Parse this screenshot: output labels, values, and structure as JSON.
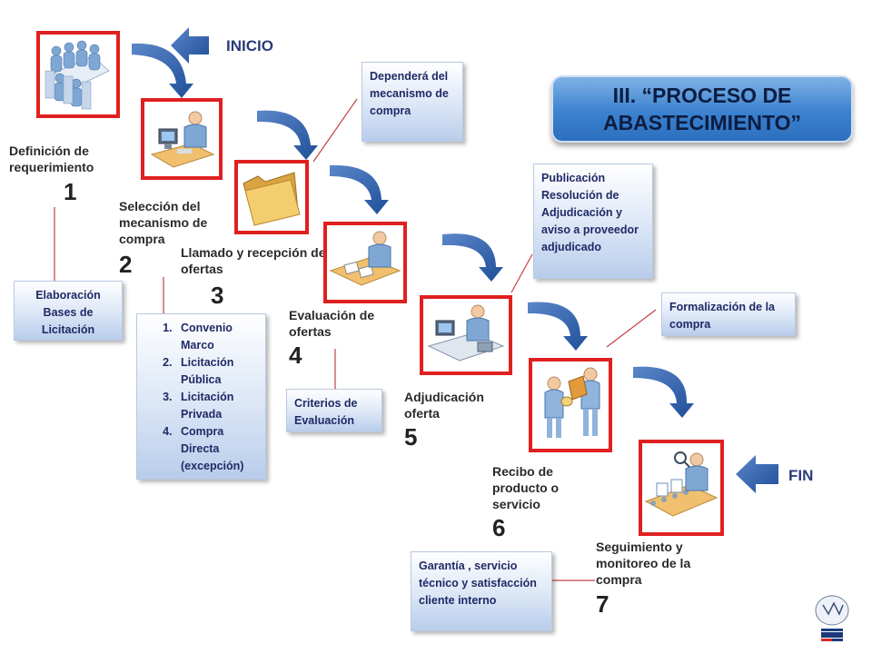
{
  "title": "III. “PROCESO DE ABASTECIMIENTO”",
  "start_label": "INICIO",
  "end_label": "FIN",
  "steps": [
    {
      "label": "Definición de requerimiento",
      "num": "1"
    },
    {
      "label": "Selección del mecanismo de compra",
      "num": "2"
    },
    {
      "label": "Llamado y recepción de ofertas",
      "num": "3"
    },
    {
      "label": "Evaluación de ofertas",
      "num": "4"
    },
    {
      "label": "Adjudicación oferta",
      "num": "5"
    },
    {
      "label": "Recibo de producto o servicio",
      "num": "6"
    },
    {
      "label": "Seguimiento y monitoreo de la compra",
      "num": "7"
    }
  ],
  "notes": {
    "bases": "Elaboración Bases de Licitación",
    "mechanisms": [
      "Convenio Marco",
      "Licitación Pública",
      "Licitación Privada",
      "Compra Directa (excepción)"
    ],
    "depends": "Dependerá del mecanismo de compra",
    "criteria": "Criterios de Evaluación",
    "publication": "Publicación Resolución de Adjudicación y aviso a proveedor adjudicado",
    "formalization": "Formalización de la compra",
    "warranty": "Garantía , servicio técnico y satisfacción cliente interno"
  },
  "colors": {
    "frame": "#e02020",
    "arrow": "#2f5fa8",
    "title_bg": "#3c82cf",
    "note_text": "#1f2a66"
  }
}
